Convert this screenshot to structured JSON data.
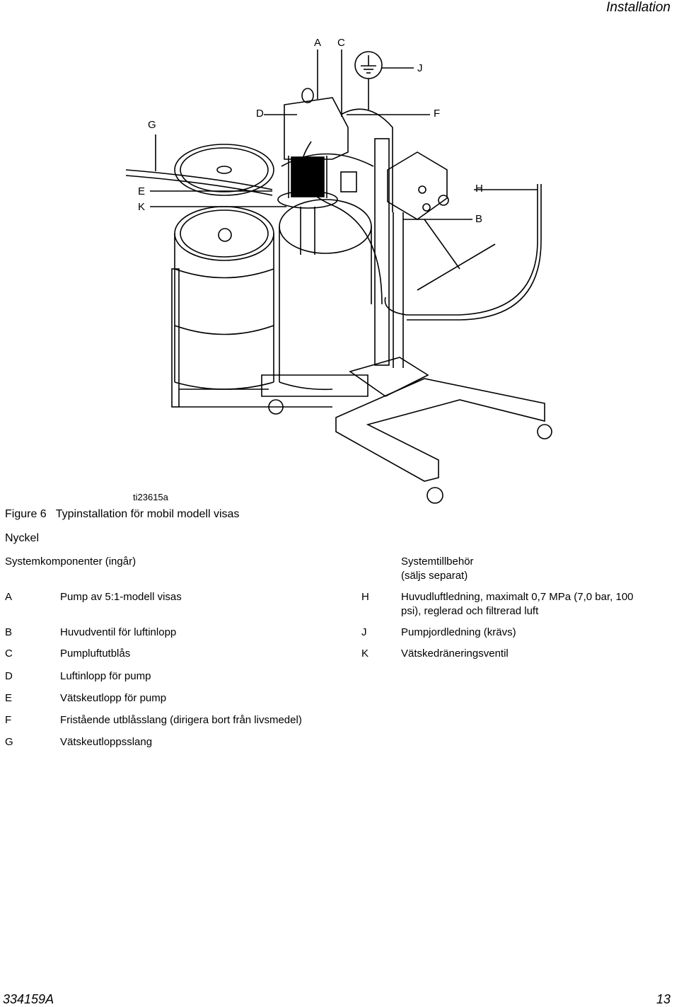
{
  "header": {
    "section": "Installation"
  },
  "figure": {
    "callouts": {
      "A": "A",
      "B": "B",
      "C": "C",
      "D": "D",
      "E": "E",
      "F": "F",
      "G": "G",
      "H": "H",
      "J": "J",
      "K": "K"
    },
    "image_id": "ti23615a",
    "caption_num": "Figure 6",
    "caption_text": "Typinstallation för mobil modell visas"
  },
  "key": {
    "title": "Nyckel",
    "left_heading": "Systemkomponenter (ingår)",
    "right_heading_1": "Systemtillbehör",
    "right_heading_2": "(säljs separat)",
    "left_items": [
      {
        "letter": "A",
        "text": "Pump av 5:1-modell visas"
      },
      {
        "letter": "B",
        "text": "Huvudventil för luftinlopp"
      },
      {
        "letter": "C",
        "text": "Pumpluftutblås"
      },
      {
        "letter": "D",
        "text": "Luftinlopp för pump"
      },
      {
        "letter": "E",
        "text": "Vätskeutlopp för pump"
      },
      {
        "letter": "F",
        "text": "Fristående utblåsslang (dirigera bort från livsmedel)"
      },
      {
        "letter": "G",
        "text": "Vätskeutloppsslang"
      }
    ],
    "right_items": [
      {
        "letter": "H",
        "text": "Huvudluftledning, maximalt 0,7 MPa (7,0 bar, 100",
        "text2": "psi), reglerad och filtrerad luft"
      },
      {
        "letter": "J",
        "text": "Pumpjordledning (krävs)"
      },
      {
        "letter": "K",
        "text": "Vätskedräneringsventil"
      }
    ]
  },
  "footer": {
    "doc_number": "334159A",
    "page": "13"
  }
}
